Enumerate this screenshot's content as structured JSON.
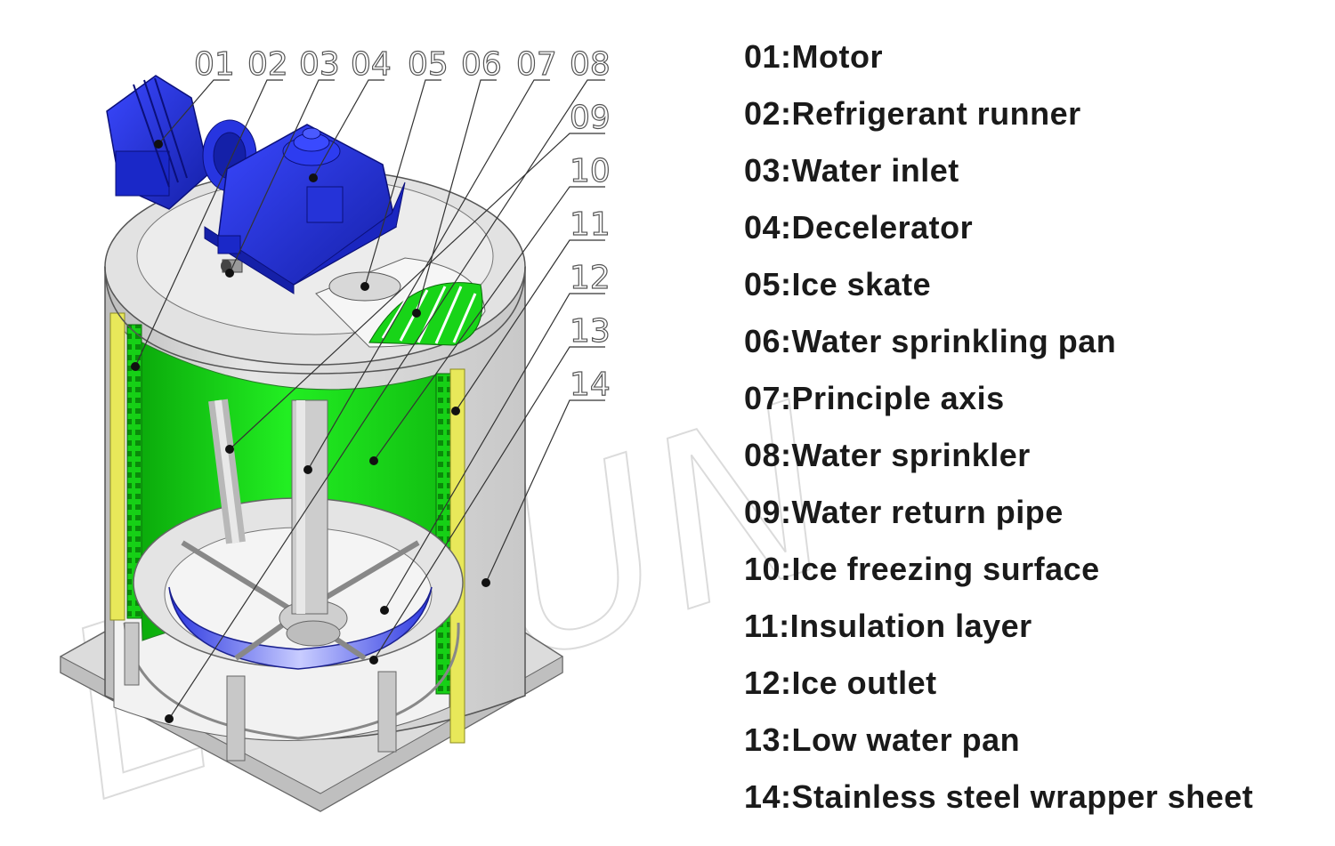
{
  "callouts": [
    "01",
    "02",
    "03",
    "04",
    "05",
    "06",
    "07",
    "08",
    "09",
    "10",
    "11",
    "12",
    "13",
    "14"
  ],
  "legend": [
    {
      "num": "01",
      "label": "Motor"
    },
    {
      "num": "02",
      "label": "Refrigerant runner"
    },
    {
      "num": "03",
      "label": "Water inlet"
    },
    {
      "num": "04",
      "label": "Decelerator"
    },
    {
      "num": "05",
      "label": "Ice skate"
    },
    {
      "num": "06",
      "label": "Water sprinkling pan"
    },
    {
      "num": "07",
      "label": "Principle axis"
    },
    {
      "num": "08",
      "label": "Water sprinkler"
    },
    {
      "num": "09",
      "label": "Water return pipe"
    },
    {
      "num": "10",
      "label": "Ice freezing surface"
    },
    {
      "num": "11",
      "label": "Insulation layer"
    },
    {
      "num": "12",
      "label": "Ice outlet"
    },
    {
      "num": "13",
      "label": "Low water pan"
    },
    {
      "num": "14",
      "label": "Stainless steel wrapper sheet"
    }
  ],
  "colors": {
    "motor_blue": "#1f2fd6",
    "freezing_green": "#19e619",
    "insulation_yellow": "#e8e85a",
    "steel_gray": "#d4d4d4",
    "leader_line": "#333333"
  },
  "icons": [
    "watermark-logo"
  ]
}
